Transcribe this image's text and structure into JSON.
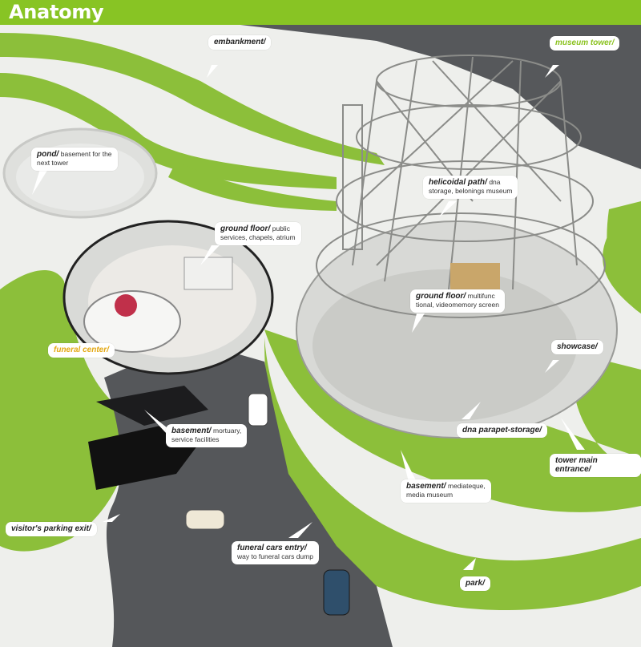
{
  "header": {
    "title": "Anatomy"
  },
  "colors": {
    "title_bar": "#88c424",
    "grass": "#8cbf3a",
    "accent_label": "#8ac21e",
    "funeral_label": "#e3a812",
    "road": "#55575a"
  },
  "labels": {
    "embankment": {
      "name": "embankment/",
      "desc": ""
    },
    "museum_tower": {
      "name": "museum tower/",
      "desc": ""
    },
    "pond": {
      "name": "pond/",
      "desc1": "basement for the",
      "desc2": "next tower"
    },
    "helicoidal_path": {
      "name": "helicoidal path/",
      "desc1": "dna",
      "desc2": "storage, belonings museum"
    },
    "ground_floor_left": {
      "name": "ground floor/",
      "desc1": "public",
      "desc2": "services, chapels, atrium"
    },
    "ground_floor_right": {
      "name": "ground floor/",
      "desc1": "multifunc",
      "desc2": "tional, videomemory screen"
    },
    "funeral_center": {
      "name": "funeral center/"
    },
    "showcase": {
      "name": "showcase/"
    },
    "basement_left": {
      "name": "basement/",
      "desc1": "mortuary,",
      "desc2": "service facilities"
    },
    "dna_parapet": {
      "name": "dna parapet-storage/"
    },
    "tower_entrance": {
      "name": "tower main entrance/"
    },
    "basement_right": {
      "name": "basement/",
      "desc1": "mediateque,",
      "desc2": "media museum"
    },
    "parking_exit": {
      "name": "visitor's parking exit/"
    },
    "funeral_cars": {
      "name": "funeral cars entry/",
      "desc1": "way to funeral cars dump"
    },
    "park": {
      "name": "park/"
    }
  }
}
